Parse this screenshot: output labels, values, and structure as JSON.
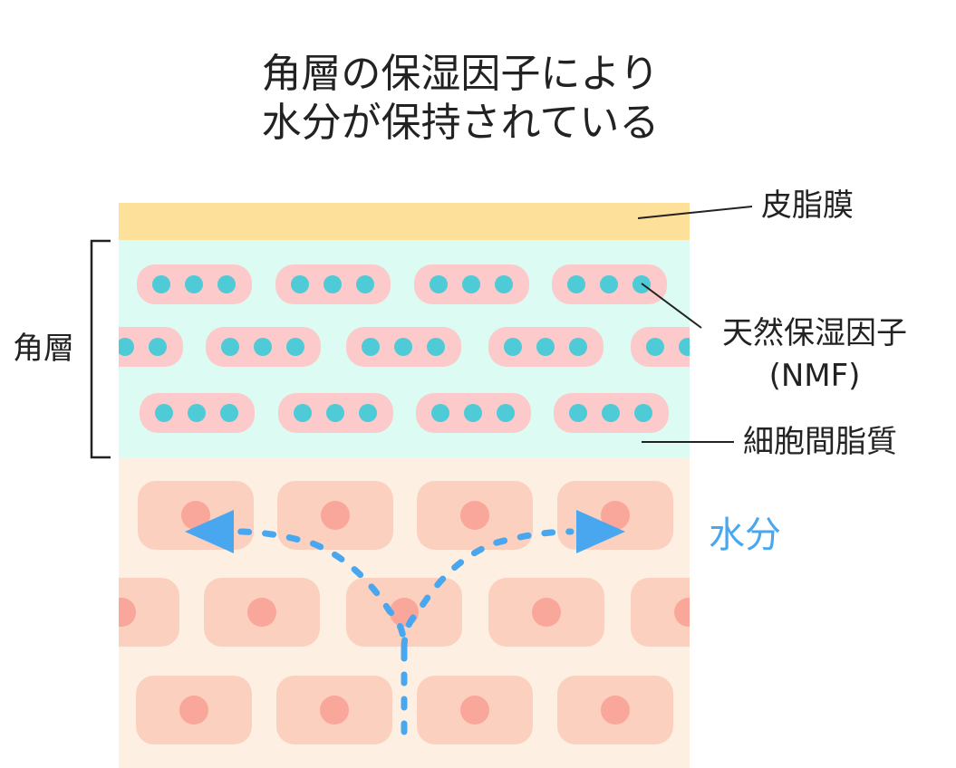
{
  "title": {
    "line1": "角層の保湿因子により",
    "line2": "水分が保持されている"
  },
  "labels": {
    "sebum": "皮脂膜",
    "stratum_corneum": "角層",
    "nmf_line1": "天然保湿因子",
    "nmf_line2": "(NMF)",
    "intercellular_lipid": "細胞間脂質",
    "water": "水分"
  },
  "colors": {
    "sebum_layer": "#fde09a",
    "corneum_bg": "#dcfbf3",
    "corneocyte": "#fccaca",
    "nmf_dot": "#4ecbd6",
    "lower_bg": "#fdf0e2",
    "cell": "#fcd0bf",
    "nucleus": "#f9a69b",
    "water": "#48a7ee",
    "text": "#222222"
  }
}
